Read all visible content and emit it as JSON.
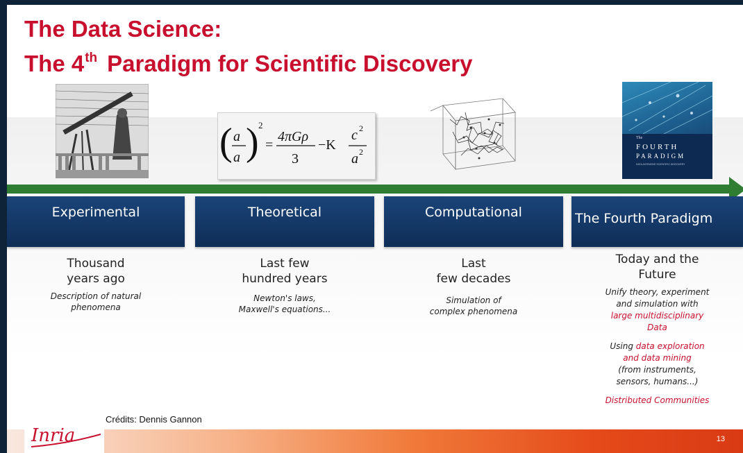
{
  "title": {
    "line1": "The Data Science:",
    "line2_prefix": "The 4",
    "line2_sup": "th",
    "line2_suffix": "Paradigm for Scientific Discovery"
  },
  "equation": {
    "a": "a",
    "rhs_num": "4πGρ",
    "rhs_den": "3",
    "minus_k": "−K",
    "c2": "c",
    "exp": "2",
    "equals": "="
  },
  "book": {
    "small": "The",
    "word1": "FOURTH",
    "word2": "PARADIGM",
    "tagline": "DATA-INTENSIVE SCIENTIFIC DISCOVERY"
  },
  "columns": [
    {
      "header": "Experimental",
      "main": [
        "Thousand",
        "years ago"
      ],
      "sub": [
        "Description of natural",
        "phenomena"
      ]
    },
    {
      "header": "Theoretical",
      "main": [
        "Last few",
        "hundred years"
      ],
      "sub": [
        "Newton's laws,",
        "Maxwell's equations..."
      ]
    },
    {
      "header": "Computational",
      "main": [
        "Last",
        "few decades"
      ],
      "sub": [
        "Simulation of",
        "complex phenomena"
      ]
    },
    {
      "header": "The Fourth Paradigm",
      "main": [
        "Today and the",
        "Future"
      ],
      "sub1": "Unify theory, experiment",
      "sub2": "and simulation with",
      "sub3_red": "large multidisciplinary",
      "sub4_red": "Data",
      "sub5_prefix": "Using ",
      "sub5_red": "data exploration",
      "sub6_red": "and data mining",
      "sub7": "(from instruments,",
      "sub8": "sensors, humans...)",
      "sub9_red": "Distributed Communities"
    }
  ],
  "credits": "Crédits: Dennis Gannon",
  "logo_text": "Inria",
  "page_number": "13",
  "colors": {
    "title_red": "#c8102e",
    "header_blue": "#1b4479",
    "arrow_green": "#2e7d32",
    "footer_orange": "#f07a3a"
  }
}
